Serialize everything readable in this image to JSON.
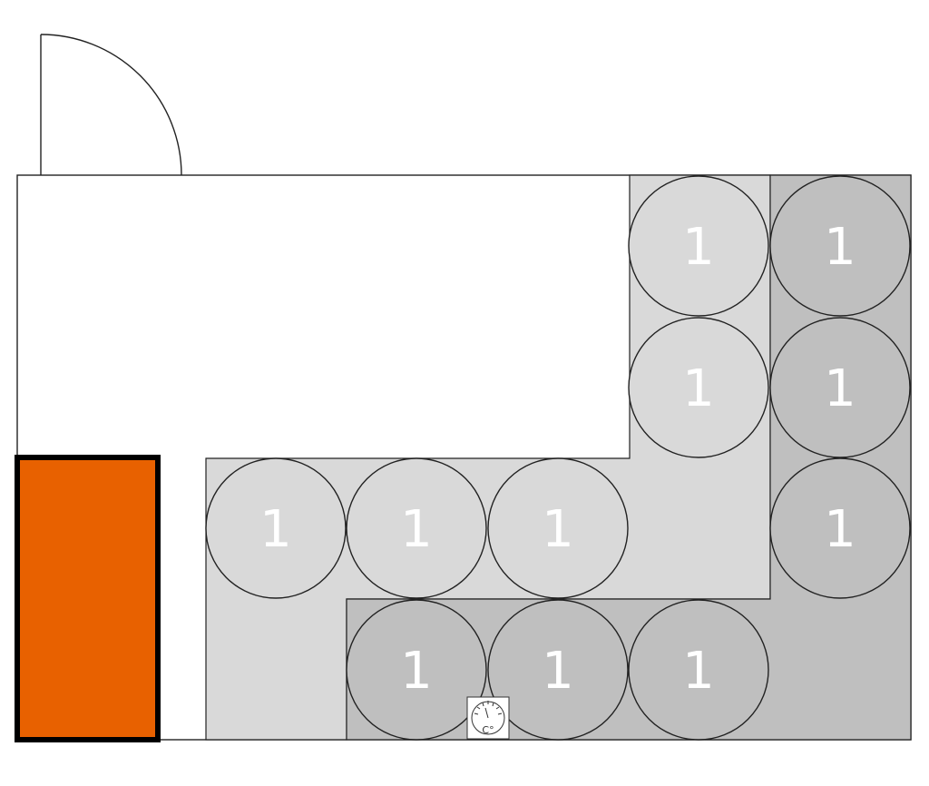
{
  "colors": {
    "background": "#ffffff",
    "outline": "#222222",
    "zone_light": "#d9d9d9",
    "zone_dark": "#bfbfbf",
    "orange_block": "#e86100",
    "orange_border": "#000000",
    "label": "#ffffff"
  },
  "circles": {
    "label": "1",
    "light": [
      {
        "id": "l1"
      },
      {
        "id": "l2"
      },
      {
        "id": "l3"
      },
      {
        "id": "l4"
      },
      {
        "id": "l5"
      }
    ],
    "dark": [
      {
        "id": "d1"
      },
      {
        "id": "d2"
      },
      {
        "id": "d3"
      },
      {
        "id": "d4"
      },
      {
        "id": "d5"
      },
      {
        "id": "d6"
      }
    ]
  },
  "thermometer": {
    "icon": "thermometer-gauge-icon",
    "unit": "C°"
  },
  "door": {
    "icon": "door-swing-icon"
  }
}
